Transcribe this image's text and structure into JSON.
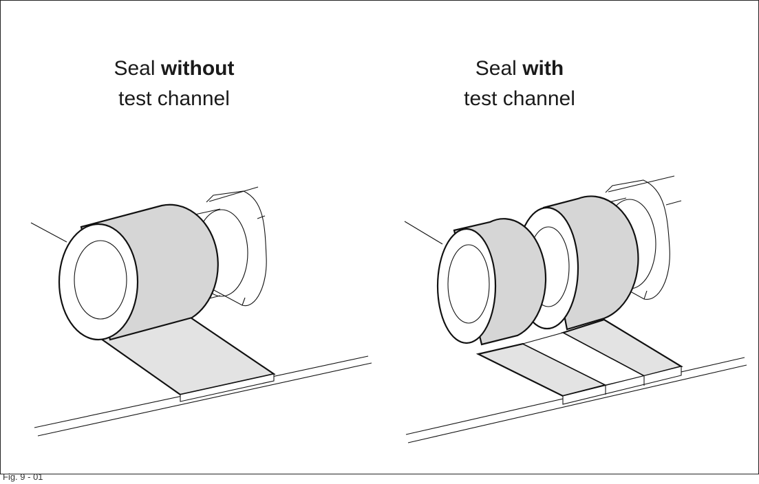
{
  "figure": {
    "left_title": {
      "prefix": "Seal ",
      "emphasis": "without",
      "line2": "test channel"
    },
    "right_title": {
      "prefix": "Seal ",
      "emphasis": "with",
      "line2": "test channel"
    },
    "caption": "Fig. 9 - 01"
  },
  "colors": {
    "band_fill": "#d6d6d6",
    "strip_fill": "#e3e3e3",
    "line": "#111111",
    "background": "#ffffff"
  }
}
